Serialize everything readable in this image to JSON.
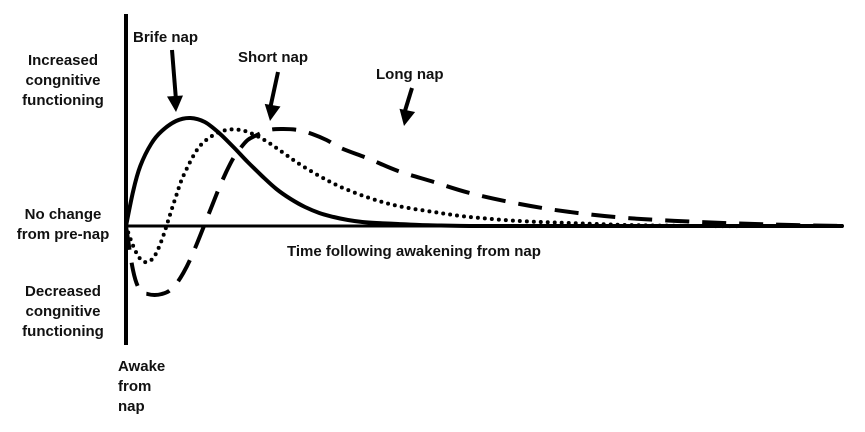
{
  "chart_data": {
    "type": "line",
    "title": "",
    "xlabel": "Time following awakening from nap",
    "x_origin_label": "Awake from nap",
    "y_levels": {
      "increased": "Increased congnitive functioning",
      "baseline": "No change from pre-nap",
      "decreased": "Decreased congnitive functioning"
    },
    "xlim": [
      0,
      100
    ],
    "ylim": [
      -1.4,
      1.6
    ],
    "grid": false,
    "series": [
      {
        "name": "Brife nap",
        "style": "solid",
        "x": [
          0,
          1,
          2,
          3.5,
          5,
          7,
          9,
          11,
          13,
          15,
          17,
          19,
          21,
          23,
          25,
          27,
          29,
          31,
          33,
          35,
          38,
          41,
          44,
          48,
          52,
          60,
          70,
          80,
          90,
          100
        ],
        "y": [
          0,
          0.35,
          0.6,
          0.82,
          0.95,
          1.05,
          1.08,
          1.04,
          0.93,
          0.79,
          0.64,
          0.5,
          0.37,
          0.27,
          0.19,
          0.13,
          0.09,
          0.06,
          0.04,
          0.03,
          0.02,
          0.01,
          0.005,
          0,
          0,
          0,
          0,
          0,
          0,
          0
        ]
      },
      {
        "name": "Short nap",
        "style": "dotted",
        "x": [
          0,
          1,
          2,
          3,
          4,
          5,
          6,
          7,
          8,
          10,
          12,
          14,
          16,
          18,
          20,
          22,
          24,
          27,
          30,
          34,
          38,
          43,
          48,
          55,
          62,
          70,
          80,
          90,
          100
        ],
        "y": [
          0,
          -0.2,
          -0.33,
          -0.36,
          -0.3,
          -0.14,
          0.08,
          0.3,
          0.5,
          0.77,
          0.9,
          0.96,
          0.96,
          0.91,
          0.83,
          0.73,
          0.63,
          0.5,
          0.39,
          0.28,
          0.2,
          0.14,
          0.09,
          0.05,
          0.03,
          0.01,
          0,
          0,
          0
        ]
      },
      {
        "name": "Long nap",
        "style": "dashed",
        "x": [
          0,
          1,
          2,
          3,
          4,
          5,
          6,
          7,
          8,
          9,
          10,
          11,
          12,
          13,
          14,
          15,
          16,
          17,
          18,
          20,
          22,
          24,
          26,
          28,
          30,
          34,
          38,
          43,
          48,
          55,
          62,
          70,
          80,
          90,
          100
        ],
        "y": [
          0,
          -0.45,
          -0.65,
          -0.68,
          -0.69,
          -0.68,
          -0.65,
          -0.58,
          -0.47,
          -0.33,
          -0.16,
          0.02,
          0.2,
          0.38,
          0.54,
          0.68,
          0.78,
          0.86,
          0.9,
          0.96,
          0.97,
          0.96,
          0.92,
          0.86,
          0.78,
          0.67,
          0.55,
          0.44,
          0.33,
          0.22,
          0.14,
          0.08,
          0.04,
          0.015,
          0
        ]
      }
    ],
    "annotations": [
      {
        "text": "Brife nap",
        "points_to_series": "Brife nap",
        "x": 6,
        "y": 1.08
      },
      {
        "text": "Short nap",
        "points_to_series": "Short nap",
        "x": 17.5,
        "y": 0.96
      },
      {
        "text": "Long nap",
        "points_to_series": "Long nap",
        "x": 34,
        "y": 0.9
      }
    ]
  }
}
